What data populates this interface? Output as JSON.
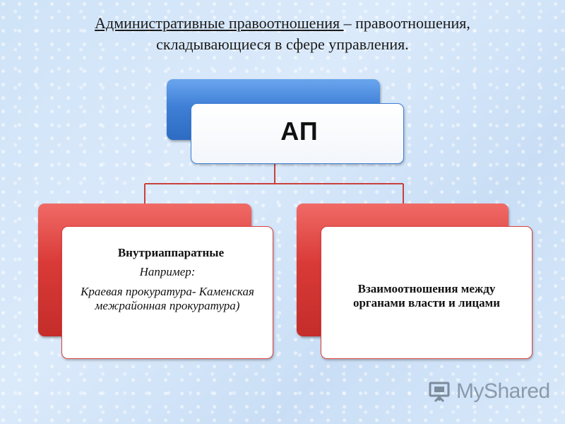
{
  "title": {
    "term": "Административные правоотношения ",
    "rest_line1": "– правоотношения,",
    "line2": "складывающиеся в сфере управления."
  },
  "root": {
    "label": "АП"
  },
  "left": {
    "heading": "Внутриаппаратные",
    "example_label": "Например:",
    "example": "Краевая прокуратура- Каменская межрайонная прокуратура)"
  },
  "right": {
    "text": "Взаимоотношения между органами власти и лицами"
  },
  "logo": {
    "text": "MyShared"
  },
  "colors": {
    "blue": "#3f7fd6",
    "red": "#d93a37",
    "connector": "#c9413d"
  }
}
